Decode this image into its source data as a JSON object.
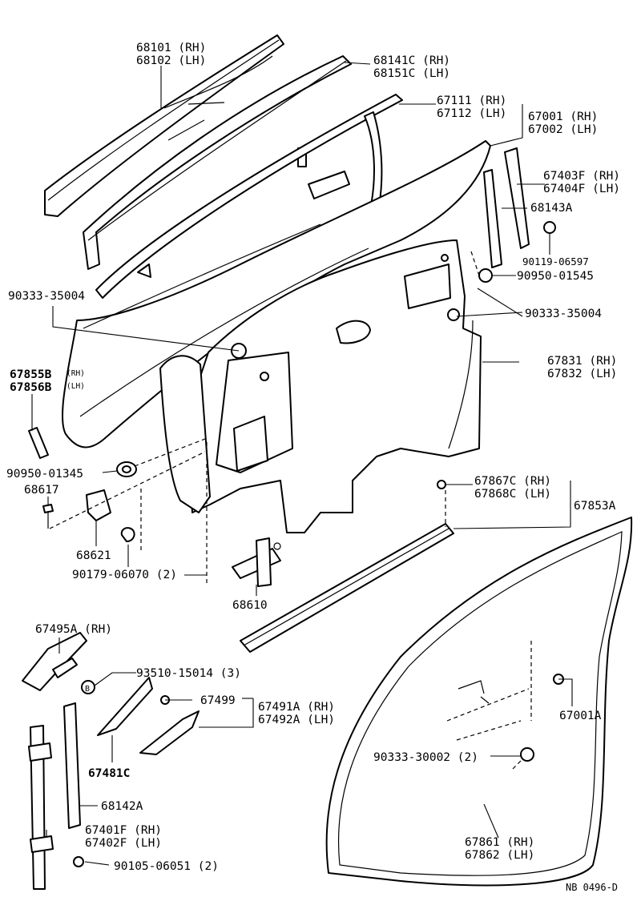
{
  "diagram": {
    "labels": {
      "l68101": "68101 (RH)",
      "l68102": "68102 (LH)",
      "l68141": "68141C (RH)",
      "l68151": "68151C (LH)",
      "l67111": "67111 (RH)",
      "l67112": "67112 (LH)",
      "l67001": "67001 (RH)",
      "l67002": "67002 (LH)",
      "l67403": "67403F (RH)",
      "l67404": "67404F (LH)",
      "l68143": "68143A",
      "l90119": "90119-06597",
      "l90950a": "90950-01545",
      "l90333a": "90333-35004",
      "l90333b": "90333-35004",
      "l67831": "67831 (RH)",
      "l67832": "67832 (LH)",
      "l67855": "67855B",
      "l67855s": "(RH)",
      "l67856": "67856B",
      "l67856s": "(LH)",
      "l90950b": "90950-01345",
      "l68617": "68617",
      "l68621": "68621",
      "l90179": "90179-06070 (2)",
      "l68610": "68610",
      "l67867": "67867C (RH)",
      "l67868": "67868C (LH)",
      "l67853": "67853A",
      "l67495": "67495A (RH)",
      "l93510": "93510-15014 (3)",
      "lB": "B",
      "l67499": "67499",
      "l67491": "67491A (RH)",
      "l67492": "67492A (LH)",
      "l67481": "67481C",
      "l68142": "68142A",
      "l67401": "67401F (RH)",
      "l67402": "67402F (LH)",
      "l90105": "90105-06051 (2)",
      "l67001a": "67001A",
      "l90333c": "90333-30002 (2)",
      "l67861": "67861 (RH)",
      "l67862": "67862 (LH)",
      "footer": "NB  0496-D"
    }
  }
}
